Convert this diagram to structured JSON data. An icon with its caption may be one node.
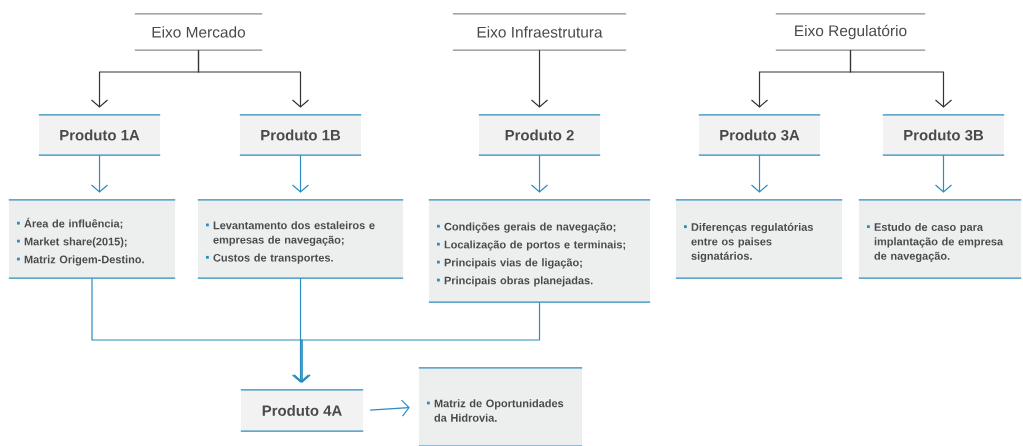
{
  "diagram": {
    "nodes": [
      {
        "text": [
          "Eixo Mercado"
        ]
      },
      {
        "text": [
          "Eixo Infraestrutura"
        ]
      },
      {
        "text": [
          "Eixo Regulatório"
        ]
      },
      {
        "text": [
          "Produto 1A"
        ]
      },
      {
        "text": [
          "Produto 1B"
        ]
      },
      {
        "text": [
          "Produto 2"
        ]
      },
      {
        "text": [
          "Produto 3A"
        ]
      },
      {
        "text": [
          "Produto 3B"
        ]
      },
      {
        "text": [
          "Área de influência;",
          "Market share(2015);",
          "Matriz Origem-Destino."
        ]
      },
      {
        "text": [
          "Levantamento dos estaleiros e empresas de navegação;",
          "Custos de transportes."
        ]
      },
      {
        "text": [
          "Condições gerais de navegação;",
          "Localização de portos e terminais;",
          "Principais vias de ligação;",
          "Principais obras planejadas."
        ]
      },
      {
        "text": [
          "Diferenças regulatórias entre os paises signatários."
        ]
      },
      {
        "text": [
          "Estudo de caso para implantação de empresa de navegação."
        ]
      },
      {
        "text": [
          "Produto 4A"
        ]
      },
      {
        "text": [
          "Matriz de Oportunidades da Hidrovia."
        ]
      }
    ],
    "edges": [
      {
        "from": 0,
        "to": 3,
        "arrow": "to",
        "color": "#333333"
      },
      {
        "from": 0,
        "to": 4,
        "arrow": "to",
        "color": "#333333"
      },
      {
        "from": 1,
        "to": 5,
        "arrow": "to",
        "color": "#333333"
      },
      {
        "from": 2,
        "to": 6,
        "arrow": "to",
        "color": "#333333"
      },
      {
        "from": 2,
        "to": 7,
        "arrow": "to",
        "color": "#333333"
      },
      {
        "from": 3,
        "to": 8,
        "arrow": "to"
      },
      {
        "from": 4,
        "to": 9,
        "arrow": "to"
      },
      {
        "from": 5,
        "to": 10,
        "arrow": "to"
      },
      {
        "from": 6,
        "to": 11,
        "arrow": "to"
      },
      {
        "from": 7,
        "to": 12,
        "arrow": "to"
      },
      {
        "from": 8,
        "to": 13,
        "arrow": "to"
      },
      {
        "from": 9,
        "to": 13,
        "arrow": "to"
      },
      {
        "from": 10,
        "to": 13,
        "arrow": "to"
      },
      {
        "from": 13,
        "to": 14,
        "arrow": "to"
      }
    ]
  }
}
